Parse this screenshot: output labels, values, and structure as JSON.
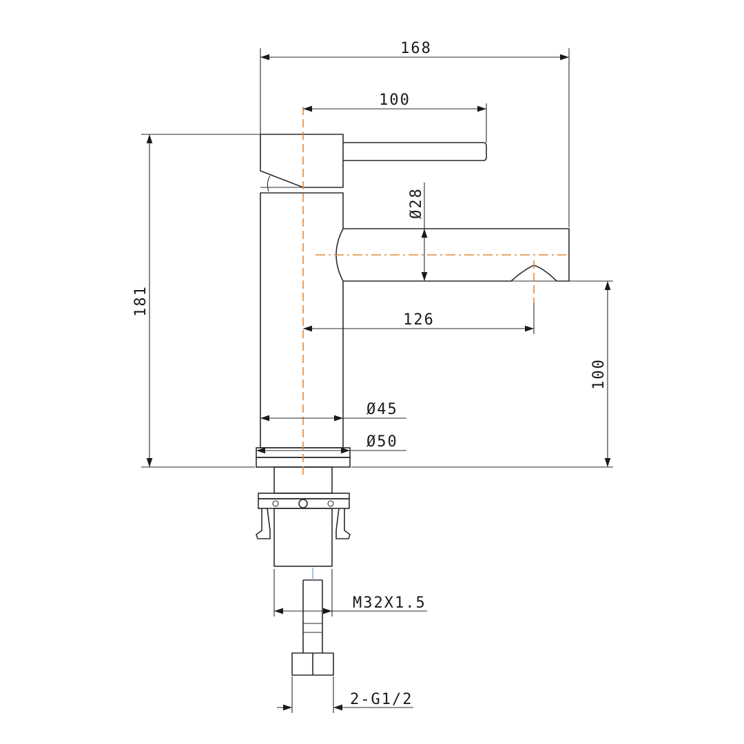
{
  "dimensions": {
    "total_width": "168",
    "lever_length": "100",
    "spout_diameter": "Ø28",
    "total_height": "181",
    "spout_reach": "126",
    "spout_height": "100",
    "body_diameter": "Ø45",
    "base_diameter": "Ø50",
    "shank_thread": "M32X1.5",
    "supply_hoses": "2-G1/2"
  },
  "colors": {
    "line": "#2a2a2a",
    "centerline": "#e0893a",
    "background": "#ffffff"
  }
}
